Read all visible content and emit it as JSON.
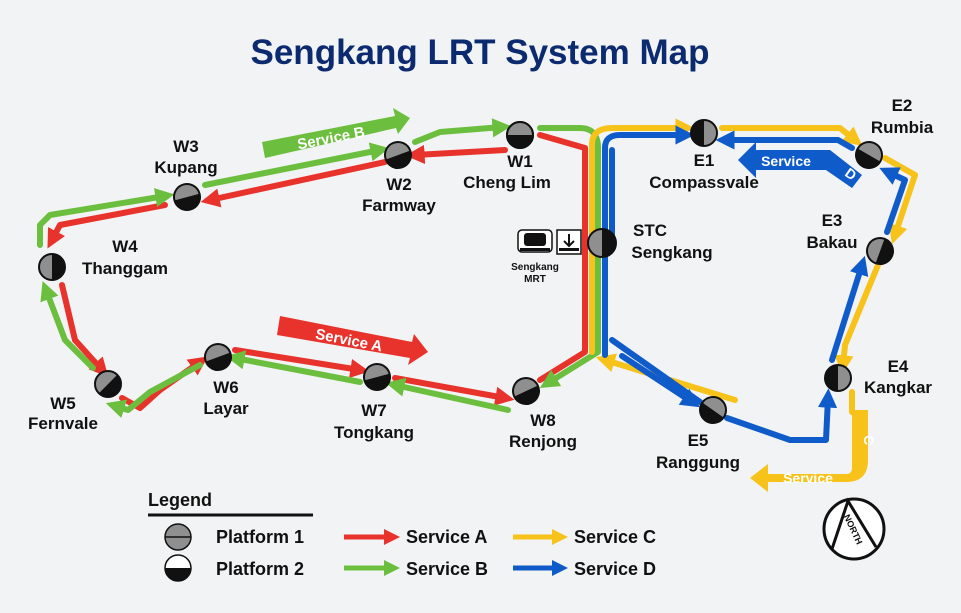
{
  "title": "Sengkang LRT System Map",
  "colors": {
    "service_a": "#e8322c",
    "service_b": "#6cbf3e",
    "service_c": "#f7c21a",
    "service_d": "#0f5bc9",
    "title": "#0b2a6f"
  },
  "stations": {
    "w1": {
      "code": "W1",
      "name": "Cheng Lim"
    },
    "w2": {
      "code": "W2",
      "name": "Farmway"
    },
    "w3": {
      "code": "W3",
      "name": "Kupang"
    },
    "w4": {
      "code": "W4",
      "name": "Thanggam"
    },
    "w5": {
      "code": "W5",
      "name": "Fernvale"
    },
    "w6": {
      "code": "W6",
      "name": "Layar"
    },
    "w7": {
      "code": "W7",
      "name": "Tongkang"
    },
    "w8": {
      "code": "W8",
      "name": "Renjong"
    },
    "stc": {
      "code": "STC",
      "name": "Sengkang"
    },
    "e1": {
      "code": "E1",
      "name": "Compassvale"
    },
    "e2": {
      "code": "E2",
      "name": "Rumbia"
    },
    "e3": {
      "code": "E3",
      "name": "Bakau"
    },
    "e4": {
      "code": "E4",
      "name": "Kangkar"
    },
    "e5": {
      "code": "E5",
      "name": "Ranggung"
    }
  },
  "interchange": {
    "line1": "Sengkang",
    "line2": "MRT",
    "transfer_icon": "transfer-arrow-icon",
    "train_icon": "mrt-train-icon"
  },
  "service_arrows": {
    "a": "Service A",
    "b": "Service B",
    "c_word": "Service",
    "c_letter": "C",
    "d_word": "Service",
    "d_letter": "D"
  },
  "legend": {
    "title": "Legend",
    "platform1": "Platform 1",
    "platform2": "Platform 2",
    "service_a": "Service A",
    "service_b": "Service B",
    "service_c": "Service C",
    "service_d": "Service D"
  },
  "compass": {
    "label": "NORTH",
    "icon": "north-compass-icon"
  }
}
